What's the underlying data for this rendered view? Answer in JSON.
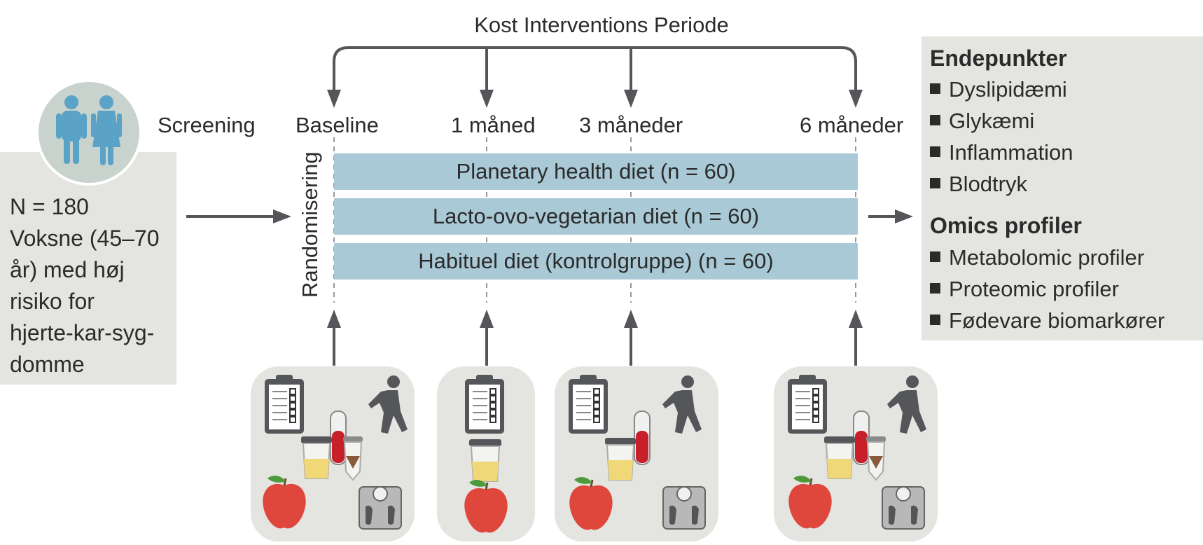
{
  "title": "Kost Interventions Periode",
  "screening_label": "Screening",
  "randomization_label": "Randomisering",
  "timepoints": [
    "Baseline",
    "1 måned",
    "3 måneder",
    "6 måneder"
  ],
  "participants": {
    "text": "N = 180\nVoksne (45–70\når) med høj\nrisiko for\nhjerte-kar-syg-\ndomme"
  },
  "arms": [
    "Planetary health diet (n = 60)",
    "Lacto-ovo-vegetarian diet (n = 60)",
    "Habituel diet (kontrolgruppe) (n = 60)"
  ],
  "endpoints": {
    "heading": "Endepunkter",
    "items": [
      "Dyslipidæmi",
      "Glykæmi",
      "Inflammation",
      "Blodtryk"
    ]
  },
  "omics": {
    "heading": "Omics profiler",
    "items": [
      "Metabolomic profiler",
      "Proteomic profiler",
      "Fødevare biomarkører"
    ]
  },
  "colors": {
    "bar": "#a9c9d6",
    "panel": "#e4e4e0",
    "arrow": "#55565a",
    "people": "#5aa3c6",
    "apple": "#e0473c"
  }
}
